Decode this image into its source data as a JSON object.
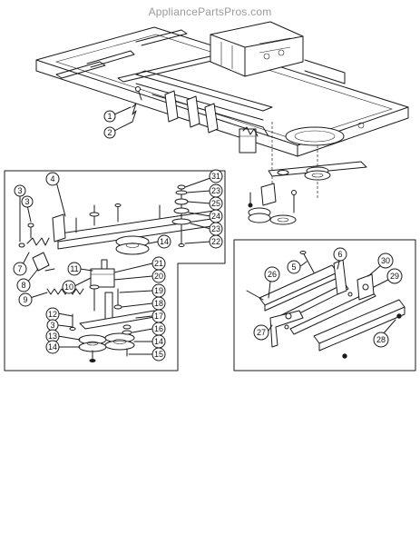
{
  "watermark": "AppliancePartsPros.com",
  "callouts": {
    "c1": "1",
    "c2": "2",
    "c3a": "3",
    "c3b": "3",
    "c3c": "3",
    "c4": "4",
    "c5": "5",
    "c6": "6",
    "c7": "7",
    "c8": "8",
    "c9": "9",
    "c10": "10",
    "c11": "11",
    "c12": "12",
    "c13": "13",
    "c14a": "14",
    "c14b": "14",
    "c14c": "14",
    "c15": "15",
    "c16": "16",
    "c17": "17",
    "c18": "18",
    "c19": "19",
    "c20": "20",
    "c21": "21",
    "c22": "22",
    "c23a": "23",
    "c23b": "23",
    "c24": "24",
    "c25": "25",
    "c26": "26",
    "c27": "27",
    "c28": "28",
    "c29": "29",
    "c30": "30",
    "c31": "31"
  },
  "colors": {
    "line": "#1a1a1a",
    "watermark": "#9a9a9a",
    "background": "#ffffff"
  }
}
